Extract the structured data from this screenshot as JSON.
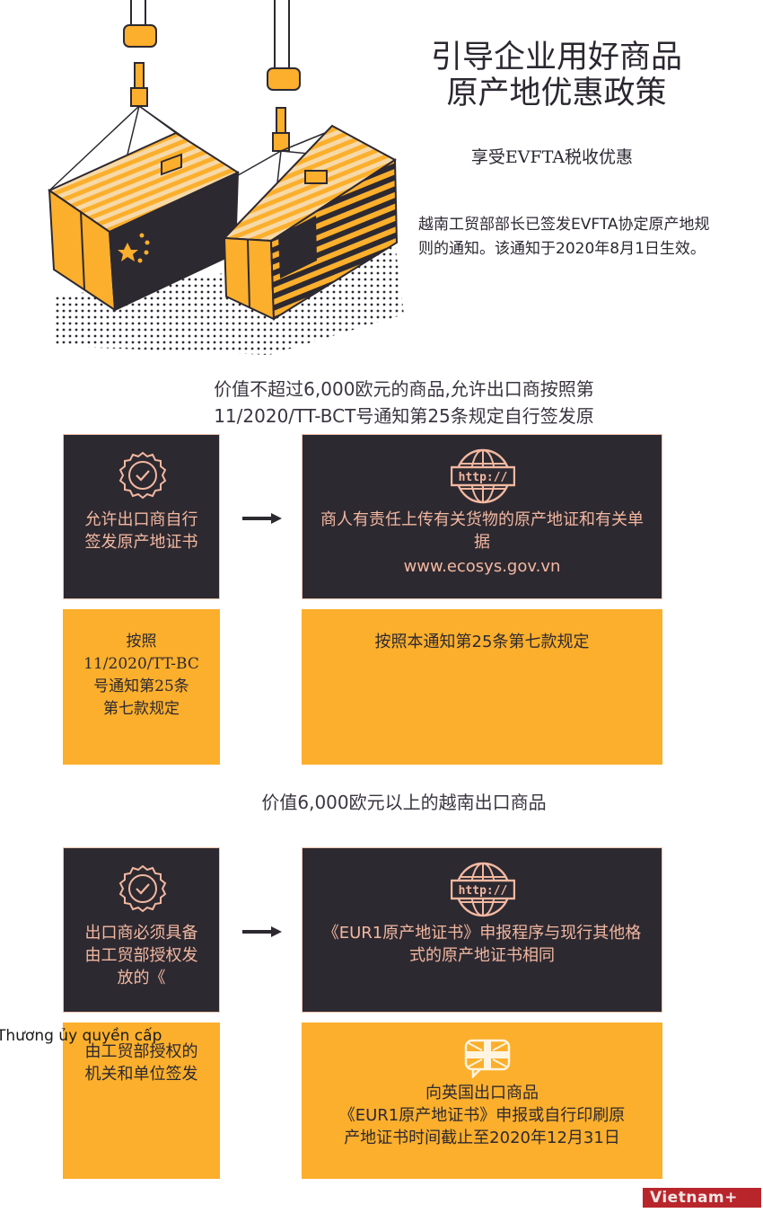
{
  "header": {
    "title_line1": "引导企业用好商品",
    "title_line2": "原产地优惠政策",
    "subtitle": "享受EVFTA税收优惠",
    "intro": "越南工贸部部长已签发EVFTA协定原产地规则的通知。该通知于2020年8月1日生效。"
  },
  "illustration": {
    "description": "Two shipping containers hoisted by cranes, one with China flag and one with USA flag",
    "colors": {
      "orange": "#fbaf2c",
      "dark": "#2d2931",
      "light": "#f7d9a8"
    }
  },
  "section1": {
    "heading_line1": "价值不超过6,000欧元的商品,允许出口商按照第",
    "heading_line2": "11/2020/TT-BCT号通知第25条规定自行签发原",
    "left_dark": {
      "icon": "badge-check-icon",
      "text": "允许出口商自行签发原产地证书"
    },
    "right_dark": {
      "icon": "globe-http-icon",
      "icon_label": "http://",
      "text": "商人有责任上传有关货物的原产地证和有关单据",
      "url": "www.ecosys.gov.vn"
    },
    "left_orange": {
      "text_line1": "按照",
      "text_line2": "11/2020/TT-BC",
      "text_line3": "号通知第25条",
      "text_line4": "第七款规定"
    },
    "right_orange": {
      "text": "按照本通知第25条第七款规定"
    }
  },
  "section2": {
    "heading": "价值6,000欧元以上的越南出口商品",
    "left_dark": {
      "icon": "badge-check-icon",
      "text": "出口商必须具备由工贸部授权发放的《"
    },
    "right_dark": {
      "icon": "globe-http-icon",
      "icon_label": "http://",
      "text": "《EUR1原产地证书》申报程序与现行其他格式的原产地证书相同"
    },
    "left_orange": {
      "overlay_text": "Thương ủy quyền cấp",
      "text": "由工贸部授权的机关和单位签发"
    },
    "right_orange": {
      "icon": "uk-flag-speech-icon",
      "text_line1": "向英国出口商品",
      "text_line2": "《EUR1原产地证书》申报或自行印刷原",
      "text_line3": "产地证书时间截止至2020年12月31日"
    }
  },
  "footer": {
    "logo": "Vietnam+"
  },
  "colors": {
    "dark_box": "#2d2931",
    "orange_box": "#fbaf2c",
    "dark_text": "#f2b8a0",
    "logo_bg": "#b8262c"
  }
}
